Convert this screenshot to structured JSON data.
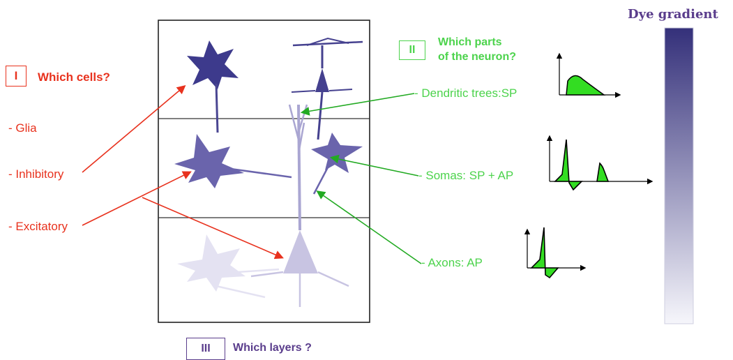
{
  "section_I": {
    "numeral": "I",
    "question": "Which cells?",
    "items": [
      "- Glia",
      "- Inhibitory",
      "- Excitatory"
    ]
  },
  "section_II": {
    "numeral": "II",
    "question_line1": "Which parts",
    "question_line2": "of the neuron?",
    "items": [
      "- Dendritic trees:SP",
      "- Somas: SP + AP",
      "- Axons: AP"
    ]
  },
  "section_III": {
    "numeral": "III",
    "question": "Which layers ?"
  },
  "dye": {
    "title": "Dye gradient",
    "color_top": "#34307a",
    "color_bottom": "#f6f6fb"
  },
  "colors": {
    "red": "#e8321e",
    "green": "#4cd34c",
    "purple": "#5a3d8c",
    "trace_fill": "#33dd22"
  }
}
